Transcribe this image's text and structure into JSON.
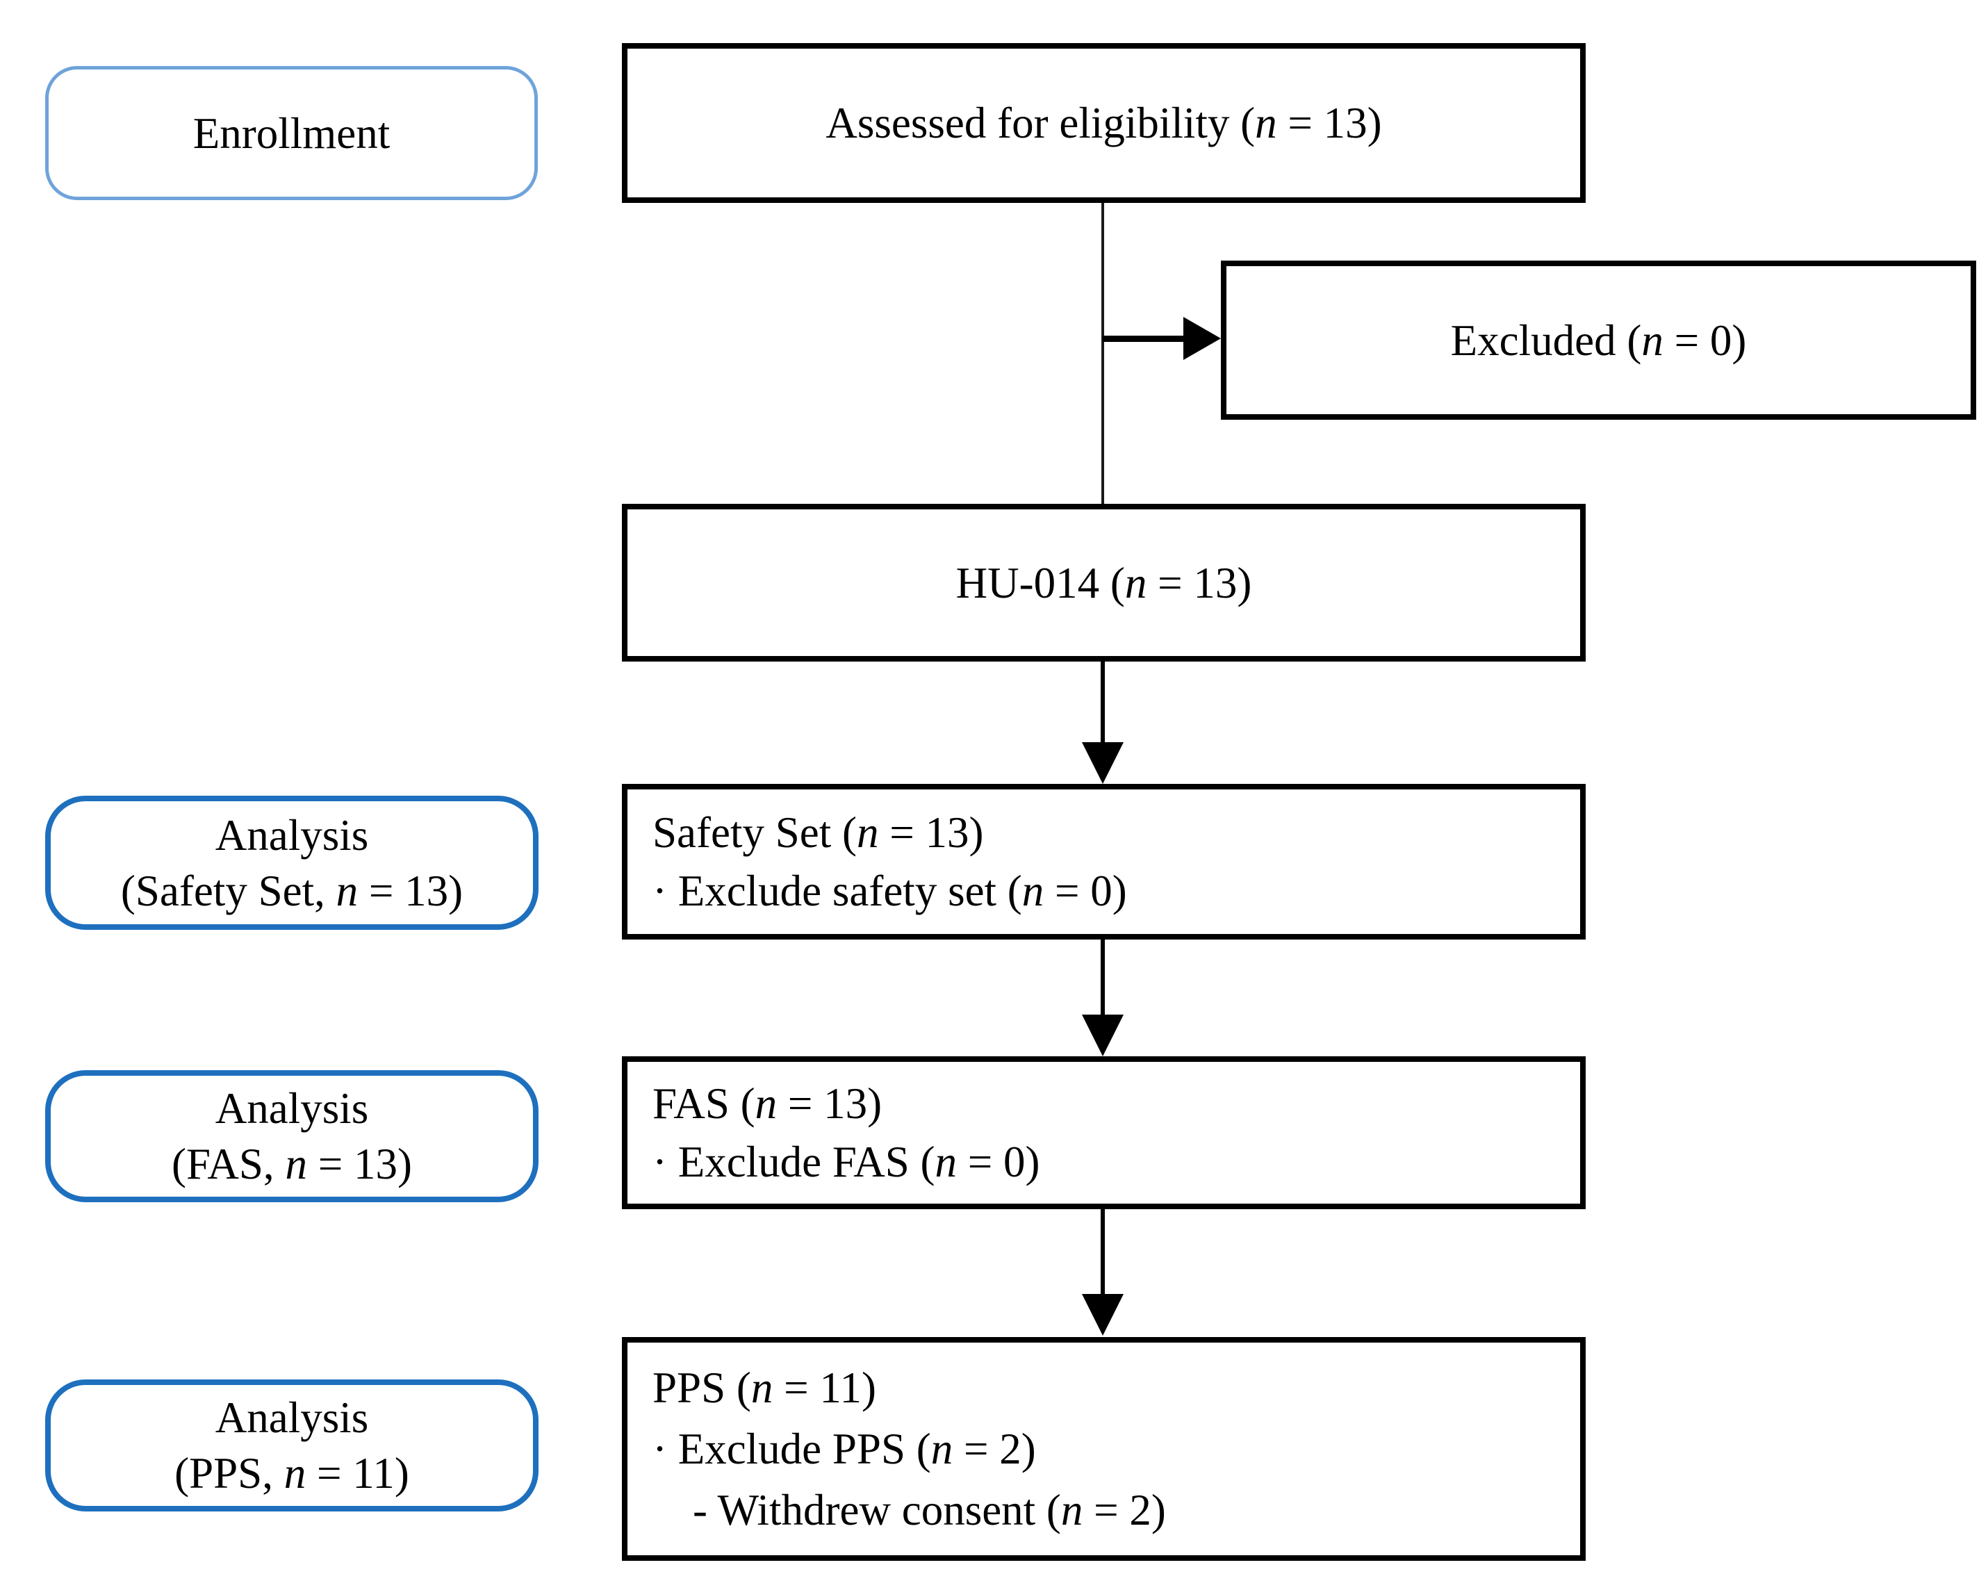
{
  "figure": {
    "type": "consort-flow-diagram",
    "colors": {
      "background": "#ffffff",
      "flow_box_border": "#000000",
      "enrollment_label_border": "#6fa3da",
      "analysis_label_border": "#1e70be",
      "text": "#000000",
      "connector": "#000000"
    },
    "enrollment": {
      "label": "Enrollment"
    },
    "assessed": {
      "pre": "Assessed for eligibility (",
      "var": "n",
      "post": " = 13)"
    },
    "excluded": {
      "pre": "Excluded (",
      "var": "n",
      "post": " = 0)"
    },
    "hu014": {
      "pre": "HU-014 (",
      "var": "n",
      "post": " = 13)"
    },
    "safety": {
      "l1_pre": "Safety Set (",
      "l1_var": "n",
      "l1_post": " = 13)",
      "l2_pre": "· Exclude safety set (",
      "l2_var": "n",
      "l2_post": " = 0)"
    },
    "fas": {
      "l1_pre": "FAS (",
      "l1_var": "n",
      "l1_post": " = 13)",
      "l2_pre": "· Exclude FAS (",
      "l2_var": "n",
      "l2_post": " = 0)"
    },
    "pps": {
      "l1_pre": "PPS (",
      "l1_var": "n",
      "l1_post": " = 11)",
      "l2_pre": "· Exclude PPS (",
      "l2_var": "n",
      "l2_post": " = 2)",
      "l3_pre": "- Withdrew consent (",
      "l3_var": "n",
      "l3_post": " = 2)"
    },
    "analysis_safety": {
      "l1": "Analysis",
      "l2_pre": "(Safety Set, ",
      "l2_var": "n",
      "l2_post": " = 13)"
    },
    "analysis_fas": {
      "l1": "Analysis",
      "l2_pre": "(FAS, ",
      "l2_var": "n",
      "l2_post": " = 13)"
    },
    "analysis_pps": {
      "l1": "Analysis",
      "l2_pre": "(PPS, ",
      "l2_var": "n",
      "l2_post": " = 11)"
    }
  }
}
